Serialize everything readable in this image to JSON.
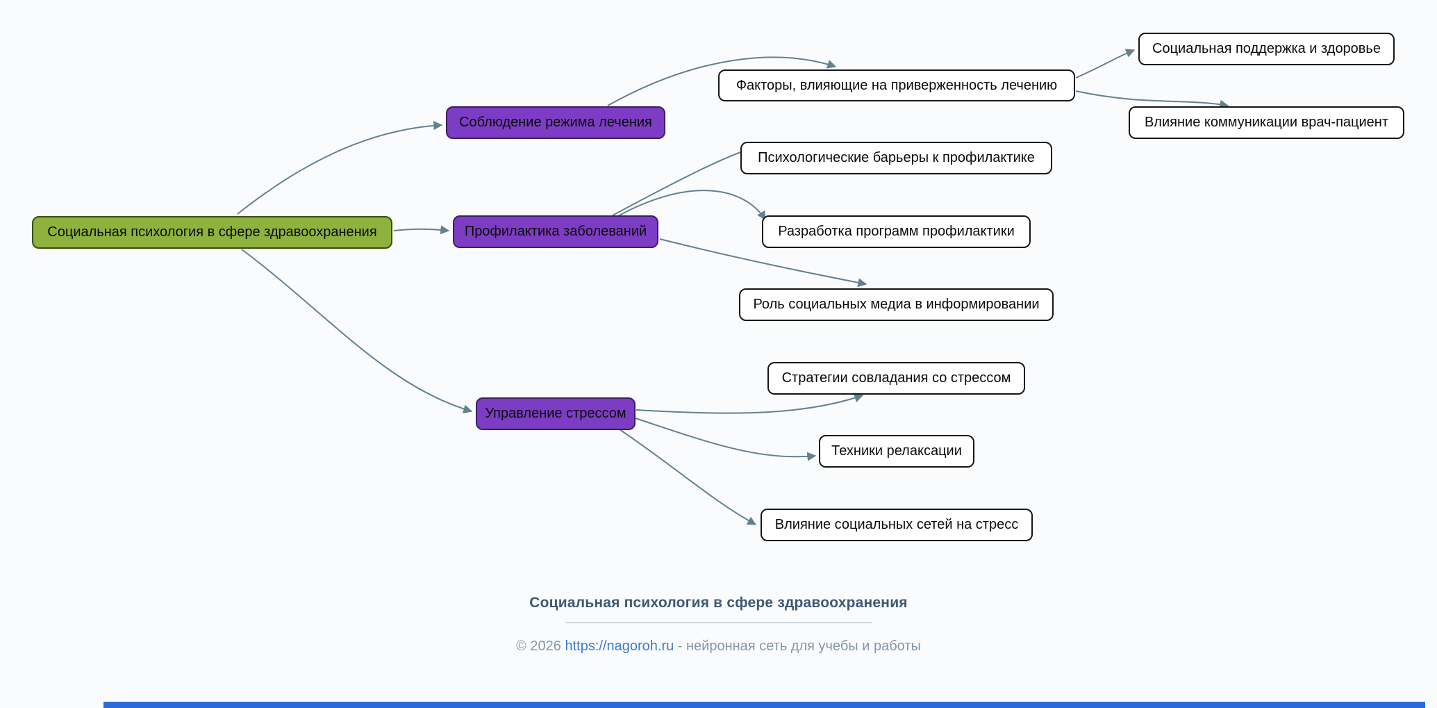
{
  "nodes": {
    "root": "Социальная психология в сфере здравоохранения",
    "adherence": "Соблюдение режима лечения",
    "prevention": "Профилактика заболеваний",
    "stress": "Управление стрессом",
    "factors": "Факторы, влияющие на приверженность лечению",
    "support": "Социальная поддержка и здоровье",
    "communication": "Влияние коммуникации врач-пациент",
    "barriers": "Психологические барьеры к профилактике",
    "programs": "Разработка программ профилактики",
    "media": "Роль социальных медиа в информировании",
    "strategies": "Стратегии совладания со стрессом",
    "relaxation": "Техники релаксации",
    "networks": "Влияние социальных сетей на стресс"
  },
  "colors": {
    "root_fill": "#8db33e",
    "branch_fill": "#7d3cc4",
    "leaf_fill": "#ffffff",
    "edge": "#64808f",
    "bottom_bar": "#2b6bd9",
    "footer_title": "#3f5873",
    "link": "#3f7ad0"
  },
  "footer": {
    "title": "Социальная психология в сфере здравоохранения",
    "copyright_prefix": "© 2026 ",
    "link_text": "https://nagoroh.ru",
    "copyright_suffix": " - нейронная сеть для учебы и работы"
  }
}
